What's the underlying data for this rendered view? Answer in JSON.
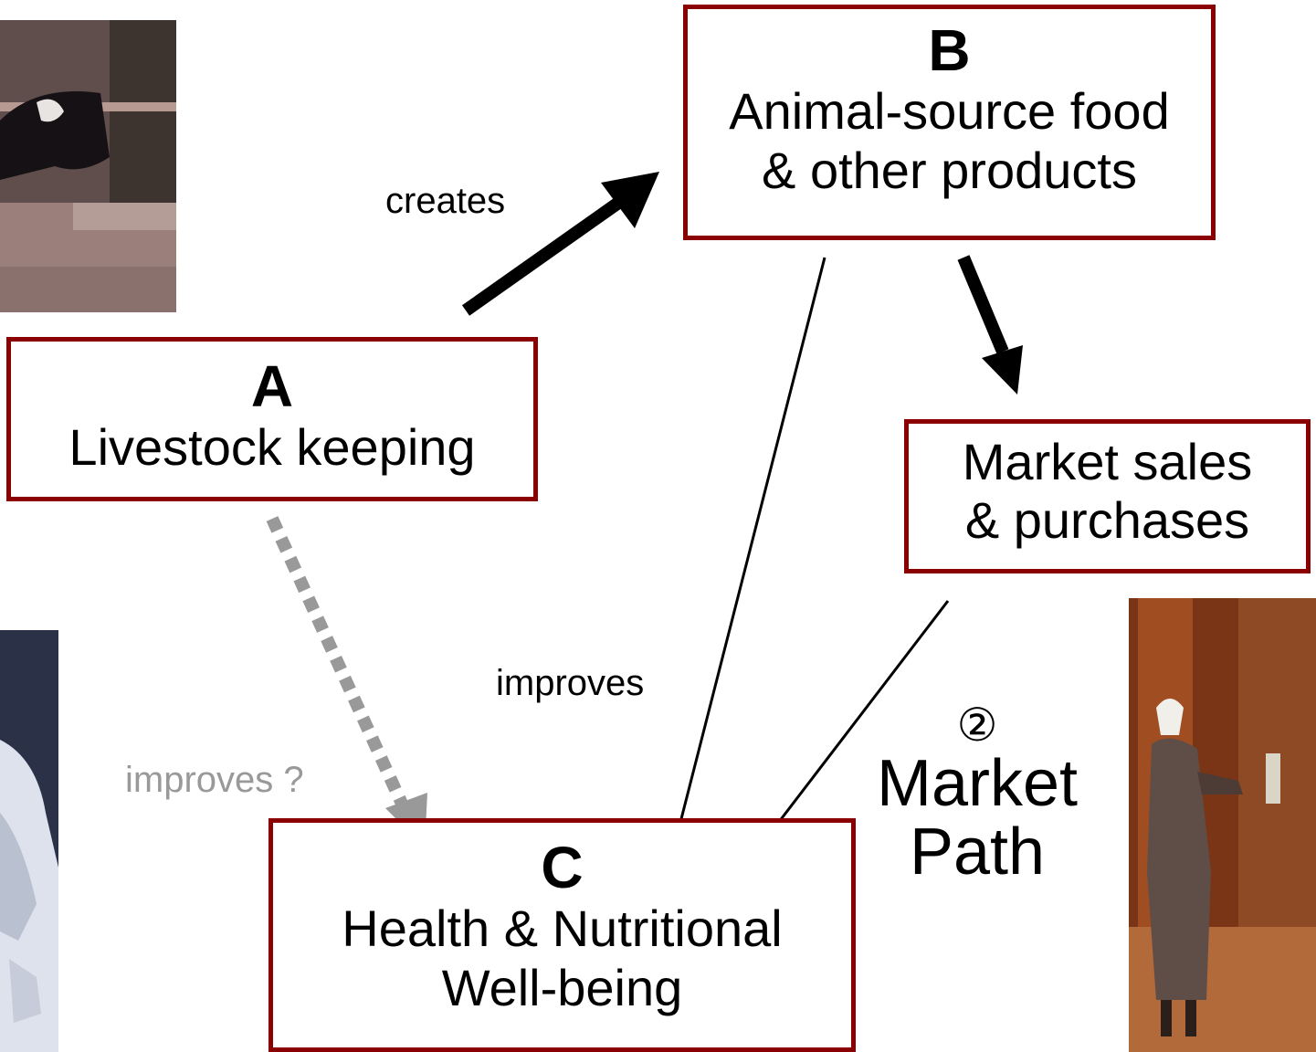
{
  "boxes": {
    "a": {
      "letter": "A",
      "lines": [
        "Livestock keeping"
      ]
    },
    "b": {
      "letter": "B",
      "lines": [
        "Animal-source food",
        "& other products"
      ]
    },
    "market": {
      "lines": [
        "Market sales",
        "& purchases"
      ]
    },
    "c": {
      "letter": "C",
      "lines": [
        "Health & Nutritional",
        "Well-being"
      ]
    }
  },
  "labels": {
    "creates": "creates",
    "improves": "improves",
    "improves_q": "improves ?",
    "path_number": "②",
    "path_line1": "Market",
    "path_line2": "Path"
  },
  "colors": {
    "box_border": "#8b0000",
    "arrow_solid": "#000000",
    "arrow_dashed": "#999999",
    "muted_text": "#999999"
  },
  "photos": {
    "top_left": "cow-in-stall-photo",
    "bottom_left": "person-in-white-photo",
    "bottom_right": "woman-at-market-photo"
  }
}
